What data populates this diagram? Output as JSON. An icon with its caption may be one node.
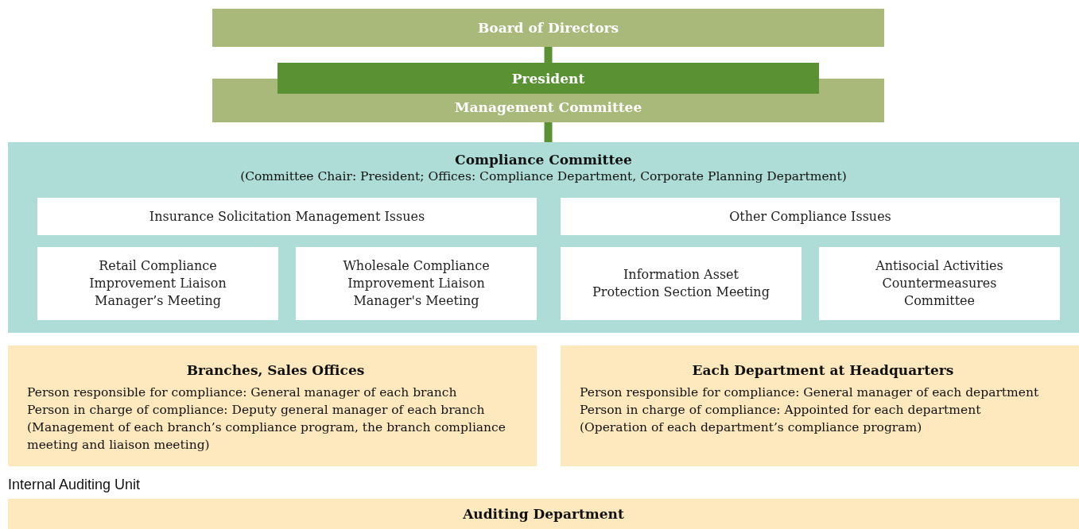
{
  "diagram": {
    "nodes": [
      {
        "text": [
          "Board of Directors"
        ]
      },
      {
        "text": [
          "Management Committee"
        ]
      },
      {
        "text": [
          "President"
        ],
        "in": 1
      },
      {
        "text": [
          "Compliance Committee",
          "(Committee Chair: President; Offices: Compliance Department, Corporate Planning Department)"
        ]
      },
      {
        "text": [
          "Insurance Solicitation Management Issues"
        ],
        "in": 3
      },
      {
        "text": [
          "Other Compliance Issues"
        ],
        "in": 3
      },
      {
        "text": [
          "Retail Compliance Improvement Liaison Manager’s Meeting"
        ],
        "in": 3
      },
      {
        "text": [
          "Wholesale Compliance Improvement Liaison Manager's Meeting"
        ],
        "in": 3
      },
      {
        "text": [
          "Information Asset Protection Section Meeting"
        ],
        "in": 3
      },
      {
        "text": [
          "Antisocial Activities Countermeasures Committee"
        ],
        "in": 3
      },
      {
        "text": [
          "Branches, Sales Offices",
          "Person responsible for compliance: General manager of each branch",
          "Person in charge of compliance: Deputy general manager of each branch",
          "(Management of each branch’s compliance program, the branch compliance meeting and liaison meeting)"
        ]
      },
      {
        "text": [
          "Each Department at Headquarters",
          "Person responsible for compliance: General manager of each department",
          "Person in charge of compliance: Appointed for each department",
          "(Operation of each department’s compliance program)"
        ]
      },
      {
        "text": [
          "Auditing Department"
        ]
      }
    ],
    "edges": [
      {
        "from": 0,
        "to": 2,
        "arrow": "none"
      },
      {
        "from": 1,
        "to": 3,
        "arrow": "none"
      }
    ],
    "labels": [
      "Internal Auditing Unit"
    ]
  }
}
